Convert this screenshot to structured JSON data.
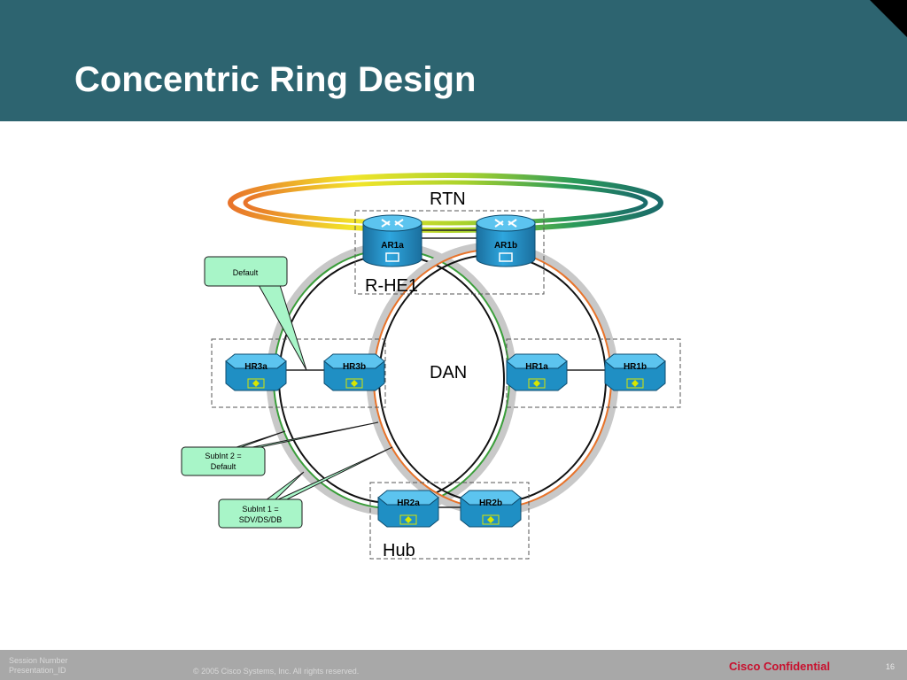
{
  "slide": {
    "title": "Concentric Ring Design"
  },
  "diagram": {
    "labels": {
      "rtn": "RTN",
      "dan": "DAN",
      "rhe": "R-HE1",
      "hub": "Hub"
    },
    "routers": {
      "ar1a": "AR1a",
      "ar1b": "AR1b"
    },
    "switches": {
      "hr3a": "HR3a",
      "hr3b": "HR3b",
      "hr1a": "HR1a",
      "hr1b": "HR1b",
      "hr2a": "HR2a",
      "hr2b": "HR2b"
    },
    "callouts": {
      "default": "Default",
      "subint2_line1": "SubInt 2 =",
      "subint2_line2": "Default",
      "subint1_line1": "SubInt 1 =",
      "subint1_line2": "SDV/DS/DB"
    },
    "colors": {
      "ring_green": "#3a9e3a",
      "ring_orange": "#e8732a",
      "callout_fill": "#a8f5c8",
      "device_blue": "#2aa0d6",
      "header": "#2d6470"
    }
  },
  "footer": {
    "session_line1": "Session Number",
    "session_line2": "Presentation_ID",
    "copyright": "© 2005 Cisco Systems, Inc. All rights reserved.",
    "confidential": "Cisco Confidential",
    "page": "16"
  }
}
